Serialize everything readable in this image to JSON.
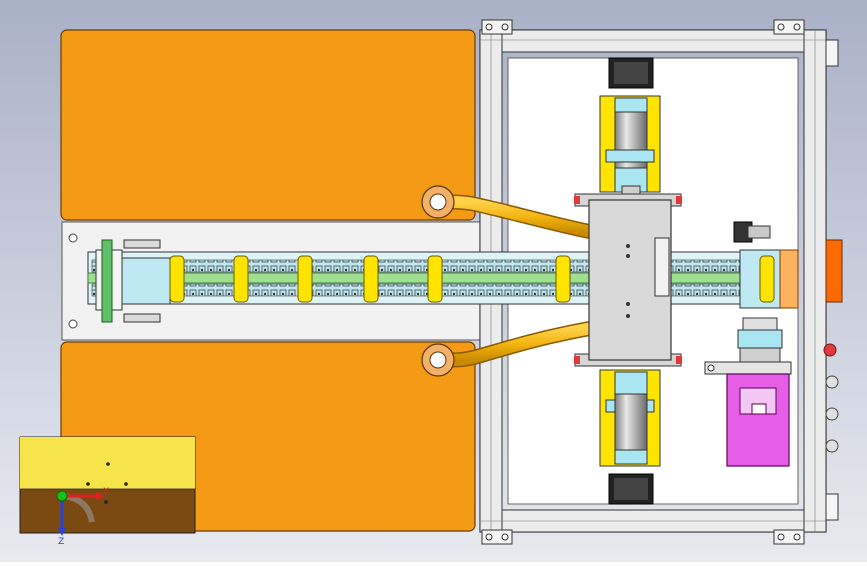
{
  "view": {
    "background_top": "#a9b1c7",
    "background_bottom": "#e8eaf0"
  },
  "colors": {
    "orange_plate": "#f59a14",
    "gold_tube": "#f3b40f",
    "yellow_holder": "#ffe400",
    "light_blue": "#a9e6f2",
    "green_rail": "#62c06a",
    "frame_gray": "#e9e9e9",
    "magenta_motor": "#e65ee6",
    "carriage_gray": "#d6d6d6",
    "ground_brown": "#7a4a12",
    "ground_yellow": "#f7e44a",
    "connector_orange": "#ff6a00",
    "red_accent": "#e23a3a"
  },
  "components": {
    "top_plate": "orange-plate",
    "bottom_plate": "orange-plate",
    "aluminum_frame": "extrusion-frame",
    "linear_axis": "linear-module",
    "carriage": "sliding-carriage",
    "upper_cylinder": "cylinder-assembly",
    "lower_cylinder": "cylinder-assembly",
    "servo_motor": "servo-motor",
    "coupling": "coupling",
    "limit_sensor": "limit-sensor"
  },
  "triad": {
    "x_label": "X",
    "z_label": "Z"
  }
}
